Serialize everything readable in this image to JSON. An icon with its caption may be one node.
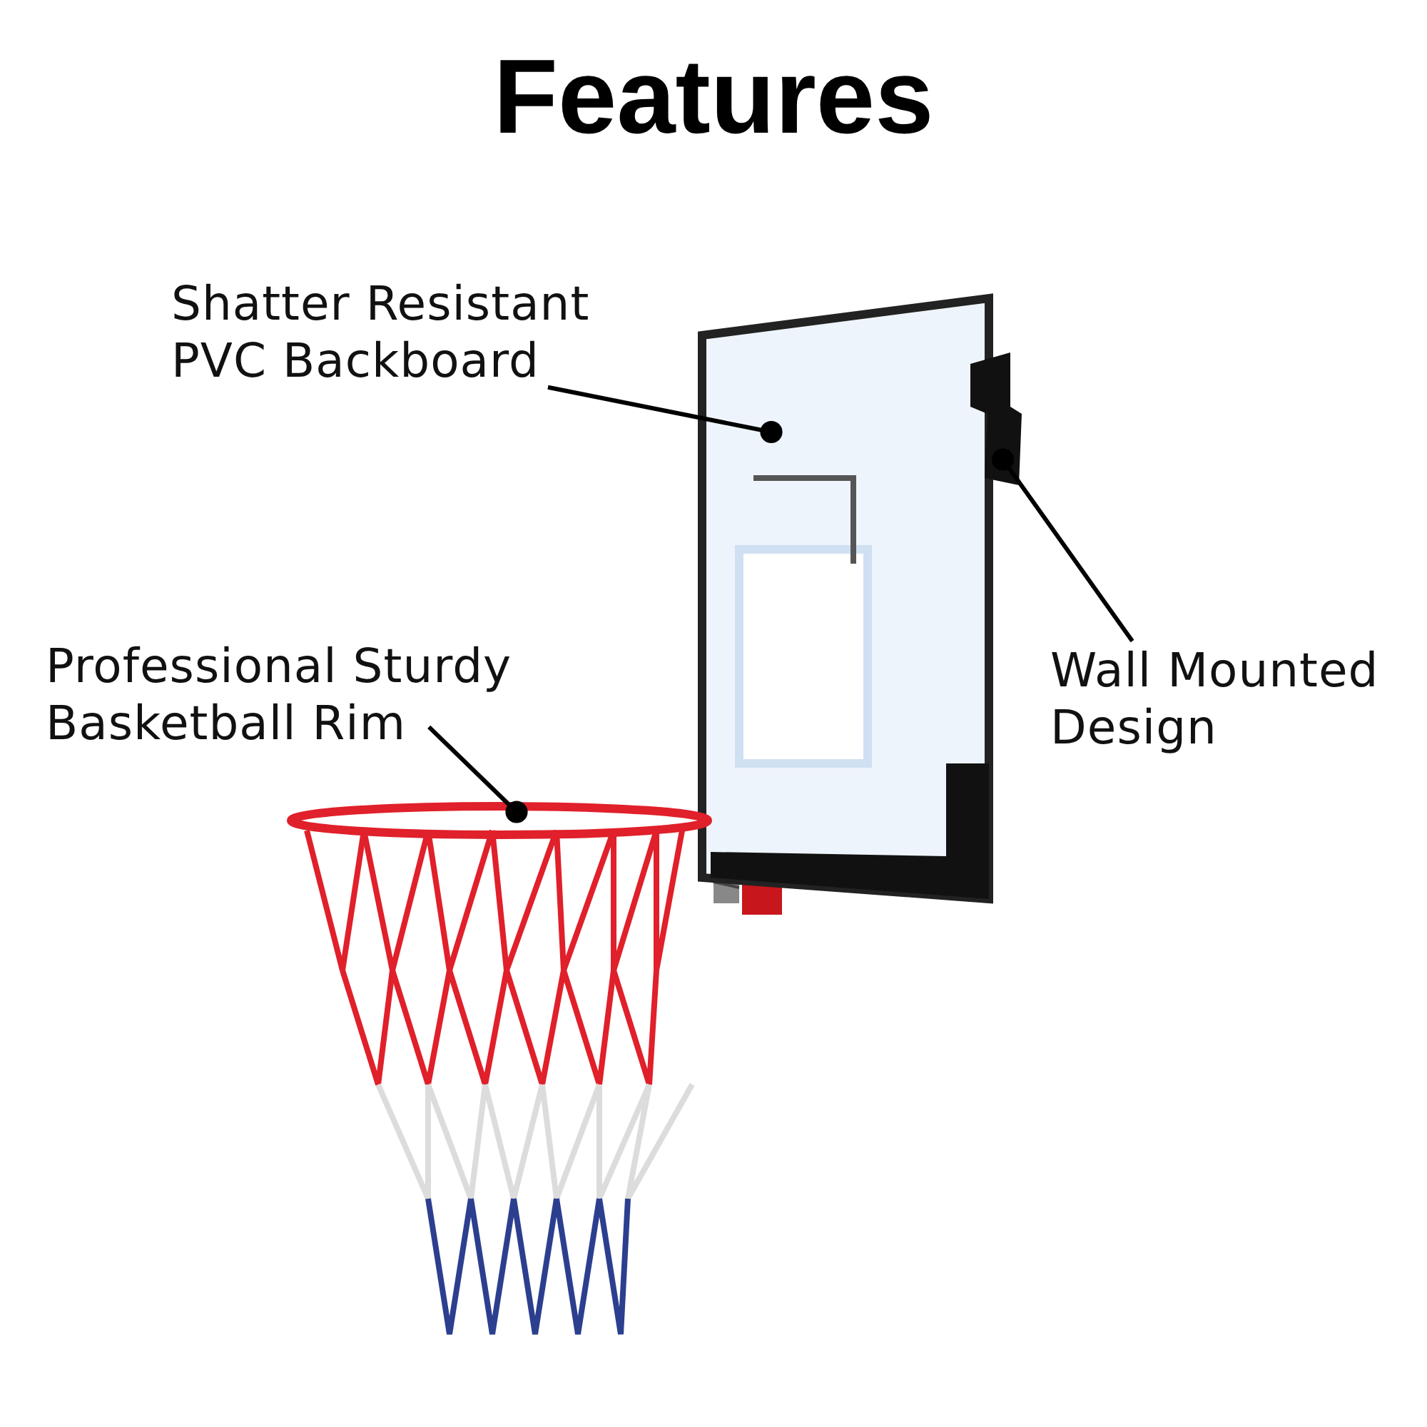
{
  "diagram": {
    "title": "Features",
    "nodes": [
      {
        "text": [
          "Shatter Resistant PVC Backboard"
        ]
      },
      {
        "text": [],
        "shape": "picture"
      },
      {
        "text": [
          "Professional Sturdy Basketball Rim"
        ]
      },
      {
        "text": [],
        "shape": "circle"
      },
      {
        "text": [
          "Wall Mounted Design"
        ]
      },
      {
        "text": [],
        "shape": "picture"
      }
    ],
    "edges": [
      {
        "from": 0,
        "to": 1,
        "arrow": "other"
      },
      {
        "from": 2,
        "to": 3,
        "arrow": "other"
      },
      {
        "from": 4,
        "to": 5,
        "arrow": "other"
      }
    ]
  }
}
